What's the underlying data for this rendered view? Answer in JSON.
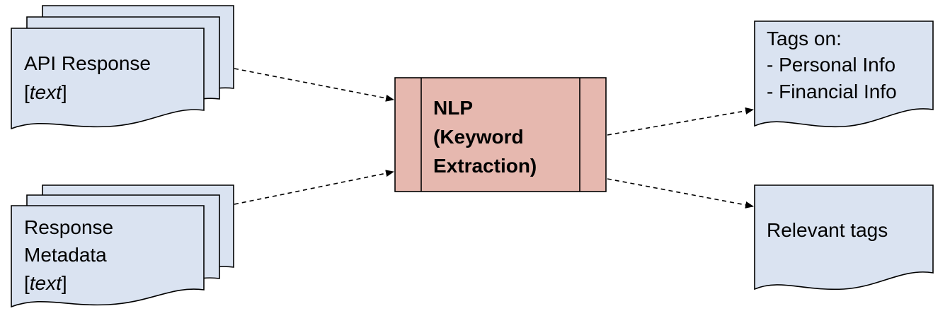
{
  "diagram": {
    "colors": {
      "document_fill": "#dae3f1",
      "process_fill": "#e6b8af",
      "stroke": "#000000"
    },
    "inputs": [
      {
        "line1": "API Response",
        "line2_open": "[",
        "line2_italic": "text",
        "line2_close": "]"
      },
      {
        "line1": "Response",
        "line2": "Metadata",
        "line3_open": "[",
        "line3_italic": "text",
        "line3_close": "]"
      }
    ],
    "process": {
      "lines": [
        "NLP",
        "(Keyword",
        "Extraction)"
      ]
    },
    "outputs": [
      {
        "lines": [
          "Tags on:",
          "- Personal Info",
          "- Financial Info"
        ]
      },
      {
        "lines": [
          "Relevant tags"
        ]
      }
    ]
  }
}
